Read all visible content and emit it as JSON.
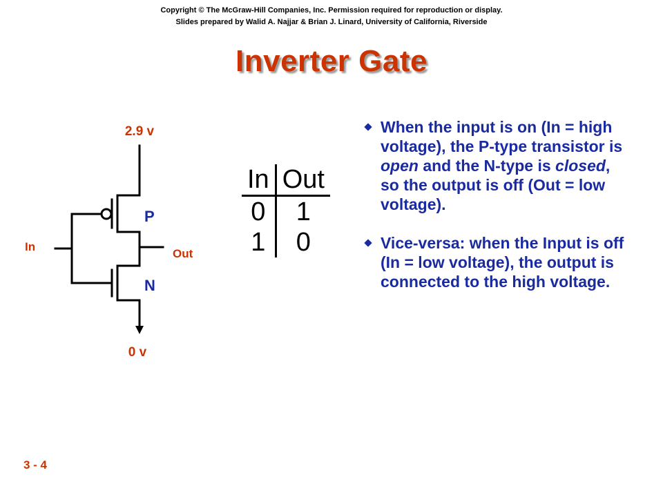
{
  "header": {
    "copyright_line1": "Copyright © The McGraw-Hill Companies, Inc. Permission required for reproduction or display.",
    "copyright_line2": "Slides prepared by Walid A. Najjar & Brian J. Linard, University of California, Riverside"
  },
  "slide": {
    "title": "Inverter Gate",
    "number": "3 - 4"
  },
  "circuit": {
    "vdd_label": "2.9 v",
    "gnd_label": "0 v",
    "input_label": "In",
    "output_label": "Out",
    "p_label": "P",
    "n_label": "N"
  },
  "truth_table": {
    "headers": [
      "In",
      "Out"
    ],
    "rows": [
      [
        "0",
        "1"
      ],
      [
        "1",
        "0"
      ]
    ]
  },
  "bullets": [
    {
      "pre": "When the input is on (In = high voltage), the P-type transistor is ",
      "em1": "open",
      "mid": " and the N-type is ",
      "em2": "closed",
      "post": ", so the output is off (Out = low voltage)."
    },
    {
      "text": "Vice-versa: when the Input is off (In = low voltage), the output is connected to the high voltage."
    }
  ],
  "colors": {
    "title": "#cc3300",
    "labels": "#cc3300",
    "bullet_text": "#1a2aa0"
  }
}
